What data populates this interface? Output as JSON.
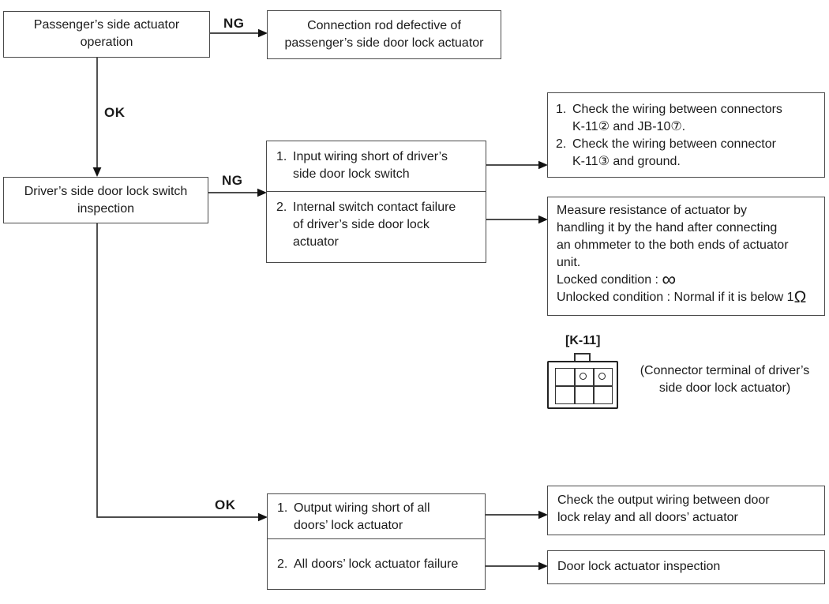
{
  "labels": {
    "ng_passenger": "NG",
    "ok_passenger": "OK",
    "ng_driver": "NG",
    "ok_driver": "OK"
  },
  "boxes": {
    "passenger": {
      "lines": [
        "Passenger’s side actuator",
        "operation"
      ]
    },
    "conn_rod": {
      "lines": [
        "Connection rod defective of",
        "passenger’s side door lock actuator"
      ]
    },
    "driver": {
      "lines": [
        "Driver’s side door lock switch",
        "inspection"
      ]
    },
    "switch_causes": {
      "items": [
        {
          "num": "1.",
          "lines": [
            "Input wiring short of driver’s",
            "side door lock switch"
          ]
        },
        {
          "num": "2.",
          "lines": [
            "Internal switch contact failure",
            "of driver’s side door lock",
            "actuator"
          ]
        }
      ]
    },
    "check_wiring": {
      "items": [
        {
          "num": "1.",
          "lines": [
            "Check the wiring between connectors",
            "K-11② and JB-10⑦."
          ]
        },
        {
          "num": "2.",
          "lines": [
            "Check the wiring between connector",
            "K-11③ and ground."
          ]
        }
      ]
    },
    "measure": {
      "para": [
        "Measure resistance of actuator by",
        "handling it by the hand after connecting",
        "an ohmmeter to the both ends of actuator",
        "unit."
      ],
      "locked_label": "Locked condition : ",
      "locked_symbol": "∞",
      "unlocked_label": "Unlocked condition : Normal if it is below 1",
      "unlocked_symbol": "Ω"
    },
    "output_causes": {
      "items": [
        {
          "num": "1.",
          "lines": [
            "Output wiring short of all",
            "doors’ lock actuator"
          ]
        },
        {
          "num": "2.",
          "lines": [
            "All doors’ lock actuator failure"
          ]
        }
      ]
    },
    "check_output": {
      "lines": [
        "Check the output wiring between door",
        "lock relay and all doors’ actuator"
      ]
    },
    "door_inspection": {
      "text": "Door lock actuator inspection"
    }
  },
  "connector": {
    "label": "[K-11]",
    "caption": [
      "(Connector terminal of driver’s",
      "side door lock actuator)"
    ]
  },
  "colors": {
    "line": "#333333",
    "box_border": "#4a4a4a",
    "text": "#1b1b1b",
    "background": "#ffffff"
  }
}
